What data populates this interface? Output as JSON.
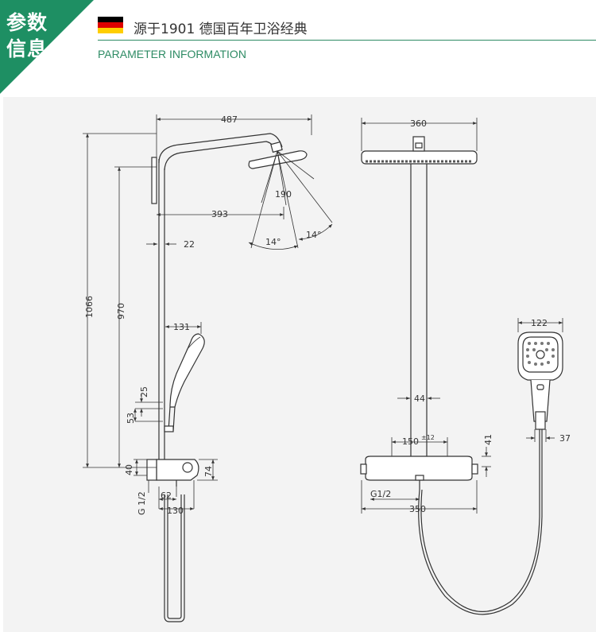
{
  "header": {
    "badge_line1": "参数",
    "badge_line2": "信息",
    "title": "源于1901 德国百年卫浴经典",
    "subtitle": "PARAMETER INFORMATION",
    "flag_colors": [
      "#000000",
      "#dd0000",
      "#ffce00"
    ],
    "accent_color": "#1e8f63"
  },
  "drawing": {
    "side_view": {
      "arm_length": "487",
      "head_diameter": "190",
      "arm_reach": "393",
      "angle_left": "14°",
      "angle_right": "14°",
      "pipe_offset": "22",
      "total_height": "1066",
      "head_height": "970",
      "handshower_reach": "131",
      "dim_25": "25",
      "dim_53": "53",
      "dim_40": "40",
      "dim_74": "74",
      "thread": "G 1/2",
      "dim_62": "62",
      "dim_130": "130"
    },
    "front_view": {
      "head_width": "360",
      "pipe_width": "44",
      "inlet_spacing": "150",
      "inlet_tolerance": "±12",
      "dim_41": "41",
      "thread": "G1/2",
      "mixer_width": "350"
    },
    "handshower": {
      "head_width": "122",
      "handle_width": "37"
    }
  }
}
